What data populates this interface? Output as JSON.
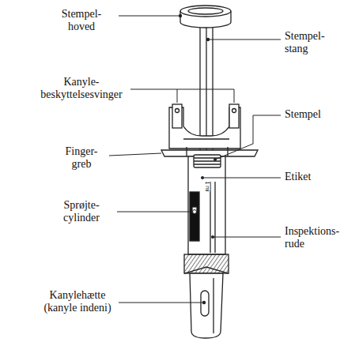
{
  "diagram": {
    "labels": [
      "Stempel- hoved",
      "Stempel- stang",
      "Kanyle- beskyttelsesvinger",
      "Stempel",
      "Finger- greb",
      "Etiket",
      "Sprøjte- cylinder",
      "Inspektions- rude",
      "Kanylehætte (kanyle indeni)",
      "1 ml"
    ]
  }
}
